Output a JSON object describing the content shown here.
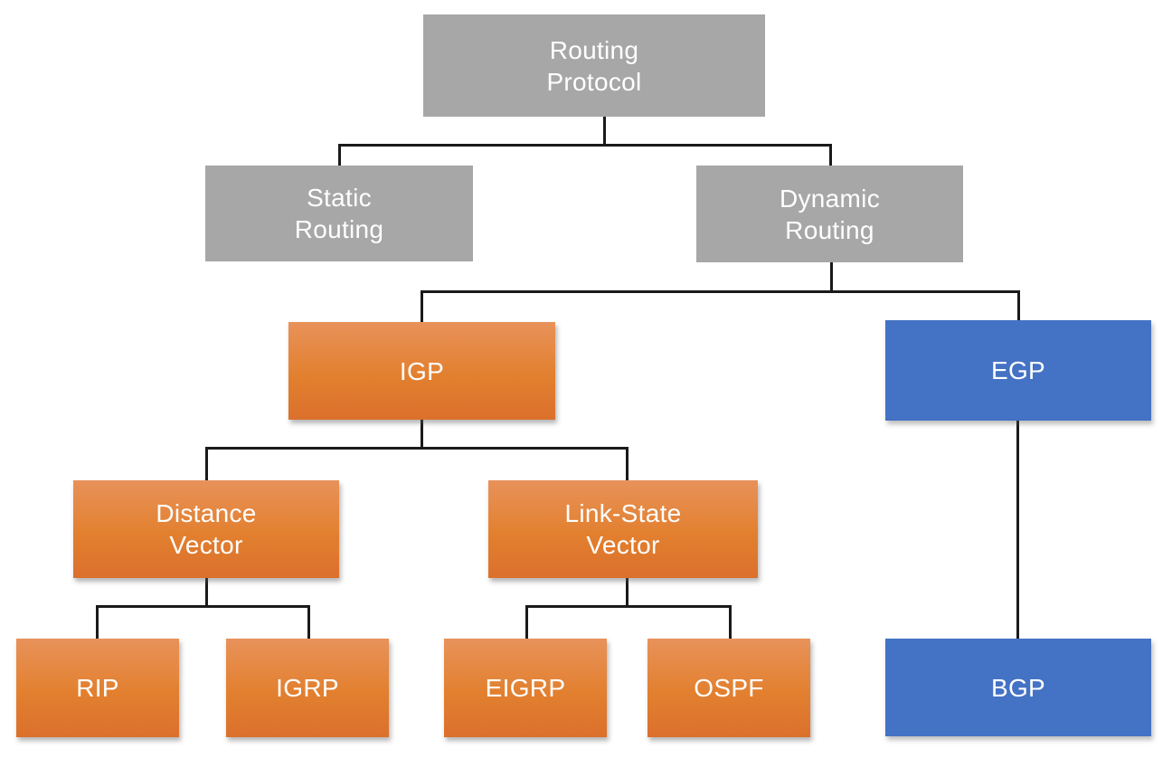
{
  "diagram": {
    "type": "tree-hierarchy",
    "background_color": "#ffffff",
    "colors": {
      "gray_node": "#a7a7a7",
      "orange_node_top": "#e8925a",
      "orange_node_bottom": "#db702c",
      "blue_node": "#4472c4",
      "connector_line": "#1a1a1a",
      "node_text": "#ffffff"
    },
    "nodes": {
      "routing_protocol": {
        "label": "Routing\nProtocol",
        "color": "gray",
        "level": 1
      },
      "static_routing": {
        "label": "Static\nRouting",
        "color": "gray",
        "level": 2
      },
      "dynamic_routing": {
        "label": "Dynamic\nRouting",
        "color": "gray",
        "level": 2
      },
      "igp": {
        "label": "IGP",
        "color": "orange",
        "level": 3
      },
      "egp": {
        "label": "EGP",
        "color": "blue",
        "level": 3
      },
      "distance_vector": {
        "label": "Distance\nVector",
        "color": "orange",
        "level": 4
      },
      "link_state_vector": {
        "label": "Link-State\nVector",
        "color": "orange",
        "level": 4
      },
      "rip": {
        "label": "RIP",
        "color": "orange",
        "level": 5
      },
      "igrp": {
        "label": "IGRP",
        "color": "orange",
        "level": 5
      },
      "eigrp": {
        "label": "EIGRP",
        "color": "orange",
        "level": 5
      },
      "ospf": {
        "label": "OSPF",
        "color": "orange",
        "level": 5
      },
      "bgp": {
        "label": "BGP",
        "color": "blue",
        "level": 5
      }
    },
    "edges": [
      {
        "from": "routing_protocol",
        "to": "static_routing"
      },
      {
        "from": "routing_protocol",
        "to": "dynamic_routing"
      },
      {
        "from": "dynamic_routing",
        "to": "igp"
      },
      {
        "from": "dynamic_routing",
        "to": "egp"
      },
      {
        "from": "igp",
        "to": "distance_vector"
      },
      {
        "from": "igp",
        "to": "link_state_vector"
      },
      {
        "from": "distance_vector",
        "to": "rip"
      },
      {
        "from": "distance_vector",
        "to": "igrp"
      },
      {
        "from": "link_state_vector",
        "to": "eigrp"
      },
      {
        "from": "link_state_vector",
        "to": "ospf"
      },
      {
        "from": "egp",
        "to": "bgp"
      }
    ]
  }
}
